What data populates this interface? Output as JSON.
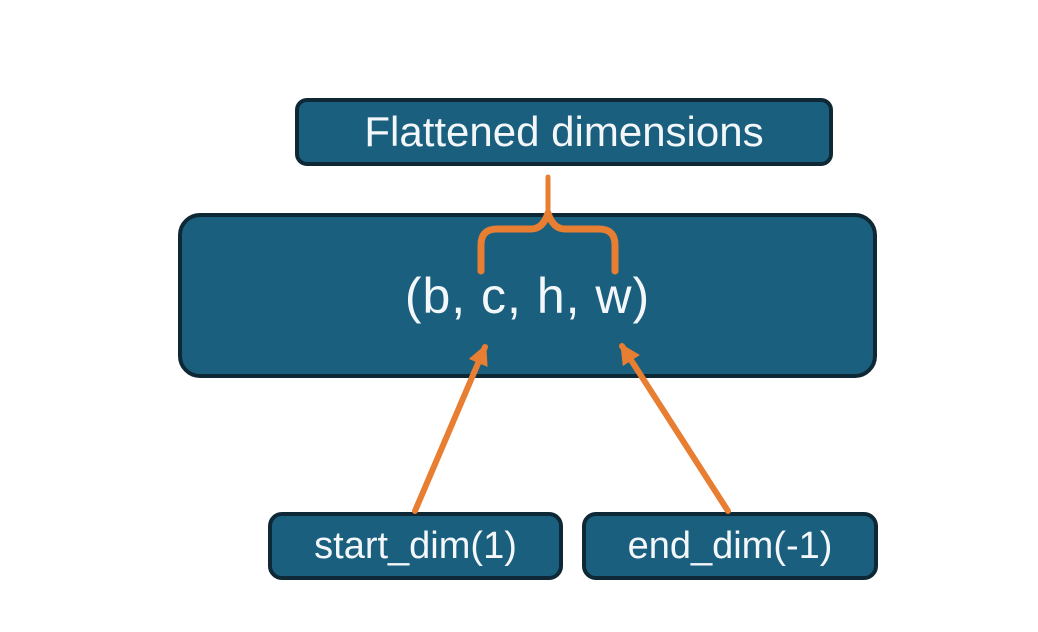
{
  "diagram": {
    "nodes": {
      "flattened": {
        "label": "Flattened dimensions"
      },
      "shape": {
        "label": "(b, c, h, w)"
      },
      "start_dim": {
        "label": "start_dim(1)"
      },
      "end_dim": {
        "label": "end_dim(-1)"
      }
    },
    "icons": {
      "brace": "curly-brace-connector",
      "arrow_left": "up-arrow-connector",
      "arrow_right": "up-arrow-connector"
    }
  },
  "colors": {
    "background": "#ffffff",
    "box_fill": "#1b5f7f",
    "box_border": "#0e2836",
    "accent_orange": "#e87e32",
    "text_color": "#f3f7f9"
  }
}
